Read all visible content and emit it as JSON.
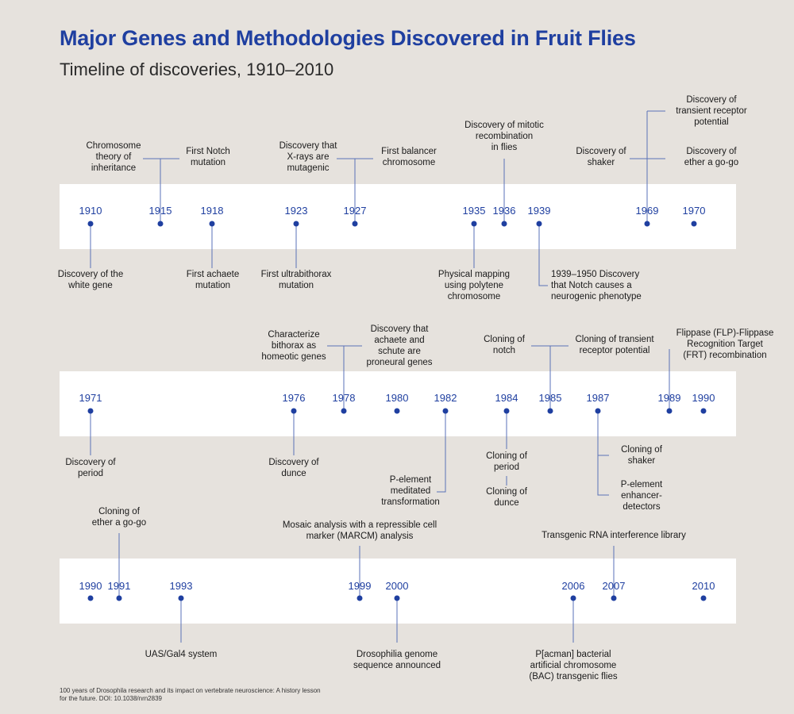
{
  "title": "Major Genes and Methodologies Discovered in Fruit Flies",
  "subtitle": "Timeline of discoveries, 1910–2010",
  "source": "100 years of Drosophila research and its impact on vertebrate neuroscience: A history lesson for the future. DOI: 10.1038/nrn2839",
  "colors": {
    "accent": "#1f3fa0",
    "band": "#ffffff",
    "background": "#e6e2dd"
  },
  "rows": [
    {
      "years": [
        "1910",
        "1915",
        "1918",
        "1923",
        "1927",
        "1935",
        "1936",
        "1939",
        "1969",
        "1970"
      ],
      "events": [
        {
          "lines": [
            "Chromosome",
            "theory of",
            "inheritance"
          ]
        },
        {
          "lines": [
            "First Notch",
            "mutation"
          ]
        },
        {
          "lines": [
            "Discovery that",
            "X-rays are",
            "mutagenic"
          ]
        },
        {
          "lines": [
            "First balancer",
            "chromosome"
          ]
        },
        {
          "lines": [
            "Discovery of mitotic",
            "recombination",
            "in flies"
          ]
        },
        {
          "lines": [
            "Discovery of",
            "transient receptor",
            "potential"
          ]
        },
        {
          "lines": [
            "Discovery of",
            "shaker"
          ]
        },
        {
          "lines": [
            "Discovery of",
            "ether a go-go"
          ]
        },
        {
          "lines": [
            "Discovery of the",
            "white gene"
          ]
        },
        {
          "lines": [
            "First achaete",
            "mutation"
          ]
        },
        {
          "lines": [
            "First ultrabithorax",
            "mutation"
          ]
        },
        {
          "lines": [
            "Physical mapping",
            "using polytene",
            "chromosome"
          ]
        },
        {
          "lines": [
            "1939–1950 Discovery",
            "that Notch causes a",
            "neurogenic phenotype"
          ]
        }
      ]
    },
    {
      "years": [
        "1971",
        "1976",
        "1978",
        "1980",
        "1982",
        "1984",
        "1985",
        "1987",
        "1989",
        "1990"
      ],
      "events": [
        {
          "lines": [
            "Characterize",
            "bithorax as",
            "homeotic genes"
          ]
        },
        {
          "lines": [
            "Discovery that",
            "achaete and",
            "schute are",
            "proneural genes"
          ]
        },
        {
          "lines": [
            "Cloning of",
            "notch"
          ]
        },
        {
          "lines": [
            "Cloning of transient",
            "receptor potential"
          ]
        },
        {
          "lines": [
            "Flippase (FLP)-Flippase",
            "Recognition Target",
            "(FRT) recombination"
          ]
        },
        {
          "lines": [
            "Discovery of",
            "period"
          ]
        },
        {
          "lines": [
            "Discovery of",
            "dunce"
          ]
        },
        {
          "lines": [
            "P-element",
            "meditated",
            "transformation"
          ]
        },
        {
          "lines": [
            "Cloning of",
            "period"
          ]
        },
        {
          "lines": [
            "Cloning of",
            "dunce"
          ]
        },
        {
          "lines": [
            "Cloning of",
            "shaker"
          ]
        },
        {
          "lines": [
            "P-element",
            "enhancer-",
            "detectors"
          ]
        }
      ]
    },
    {
      "years": [
        "1990",
        "1991",
        "1993",
        "1999",
        "2000",
        "2006",
        "2007",
        "2010"
      ],
      "events": [
        {
          "lines": [
            "Cloning of",
            "ether a go-go"
          ]
        },
        {
          "lines": [
            "Mosaic analysis with a repressible cell",
            "marker (MARCM) analysis"
          ]
        },
        {
          "lines": [
            "Transgenic RNA interference library"
          ]
        },
        {
          "lines": [
            "UAS/Gal4 system"
          ]
        },
        {
          "lines": [
            "Drosophilia genome",
            "sequence announced"
          ]
        },
        {
          "lines": [
            "P[acman] bacterial",
            "artificial chromosome",
            "(BAC) transgenic flies"
          ]
        }
      ]
    }
  ]
}
